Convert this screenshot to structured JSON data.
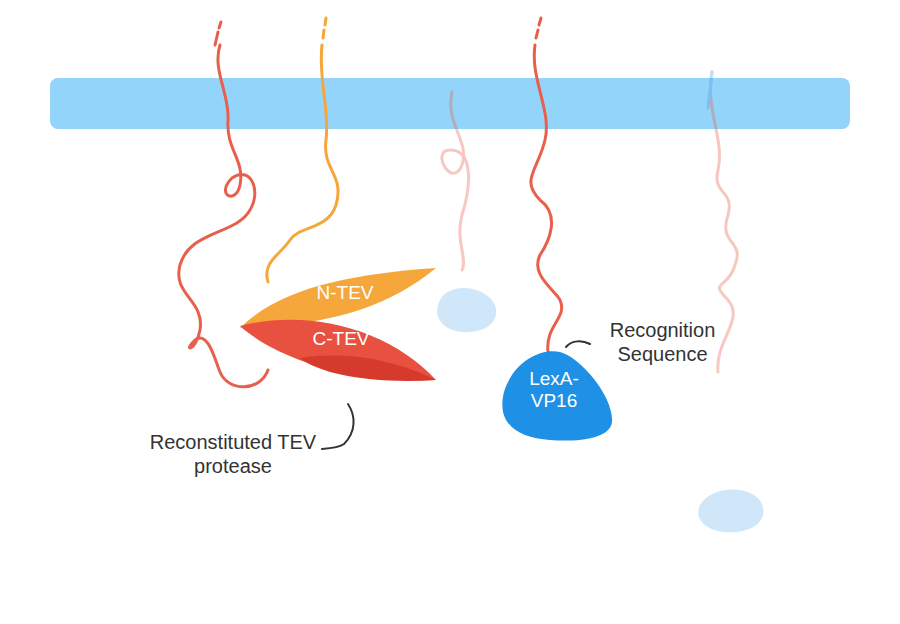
{
  "diagram": {
    "nodes": [
      {
        "text": [
          "N-TEV"
        ]
      },
      {
        "text": [
          "C-TEV"
        ]
      },
      {
        "text": [
          "LexA- VP16"
        ]
      }
    ],
    "labels": [
      "Recognition Sequence",
      "Reconstituted TEV protease"
    ]
  }
}
